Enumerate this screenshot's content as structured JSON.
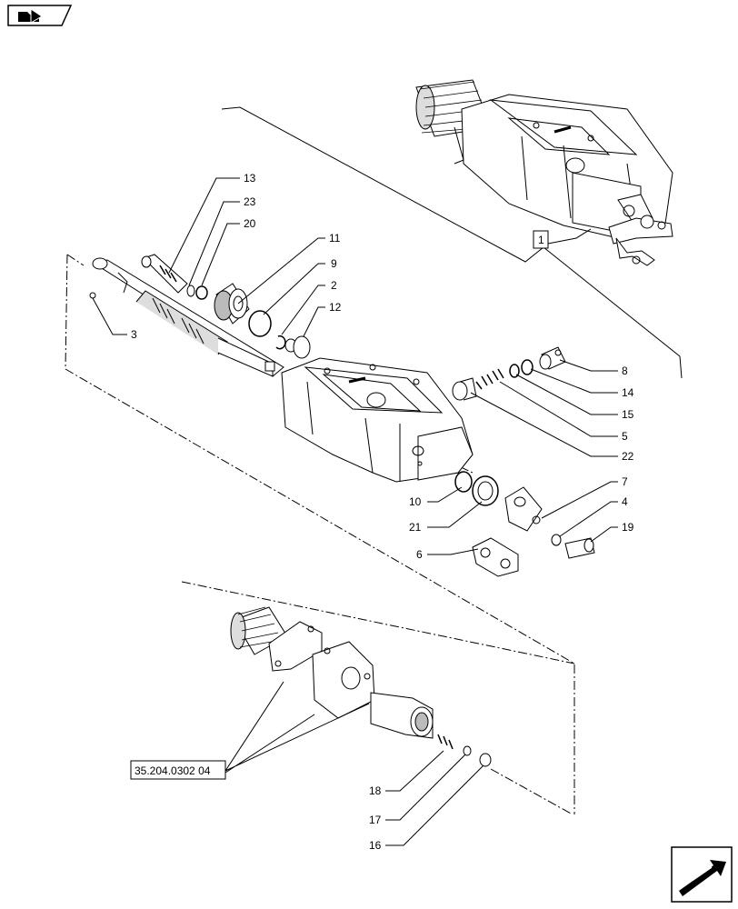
{
  "page": {
    "nav_back_icon": "book-arrow-icon",
    "nav_forward_icon": "next-page-arrow-icon"
  },
  "callouts": {
    "c1": "1",
    "c2": "2",
    "c3": "3",
    "c4": "4",
    "c5": "5",
    "c6": "6",
    "c7": "7",
    "c8": "8",
    "c9": "9",
    "c10": "10",
    "c11": "11",
    "c12": "12",
    "c13": "13",
    "c14": "14",
    "c15": "15",
    "c16": "16",
    "c17": "17",
    "c18": "18",
    "c19": "19",
    "c20": "20",
    "c21": "21",
    "c22": "22",
    "c23": "23"
  },
  "reference_box": "35.204.0302 04",
  "colors": {
    "line": "#000000",
    "part_fill": "#ffffff",
    "shade": "#c8c8c8"
  }
}
